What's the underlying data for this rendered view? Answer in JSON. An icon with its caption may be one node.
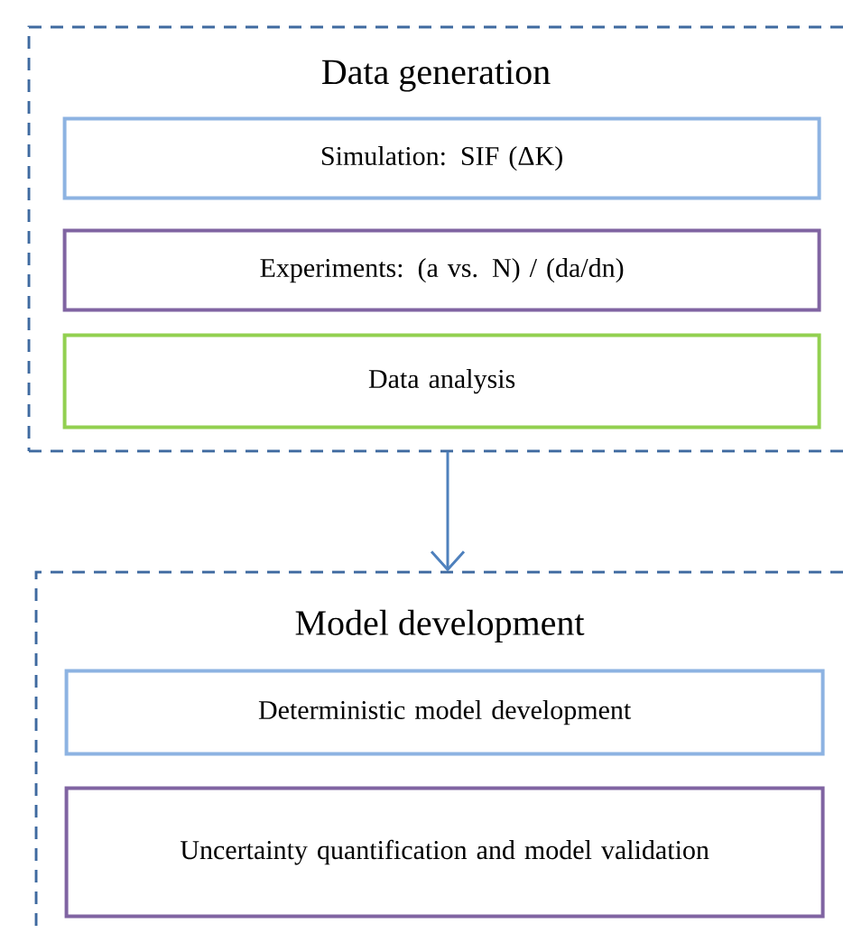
{
  "diagram": {
    "nodes": [
      {
        "text": [
          "Data generation"
        ]
      },
      {
        "text": [
          "Simulation: SIF (ΔK)"
        ],
        "in": 0
      },
      {
        "text": [
          "Experiments:  (a vs. N) / (da/dn)"
        ],
        "in": 0
      },
      {
        "text": [
          "Data analysis"
        ],
        "in": 0
      },
      {
        "text": [
          "Model development"
        ]
      },
      {
        "text": [
          "Deterministic model development"
        ],
        "in": 4
      },
      {
        "text": [
          "Uncertainty quantification and model validation"
        ],
        "in": 4
      }
    ],
    "edges": [
      {
        "from": 0,
        "to": 4,
        "arrow": "to"
      }
    ]
  }
}
